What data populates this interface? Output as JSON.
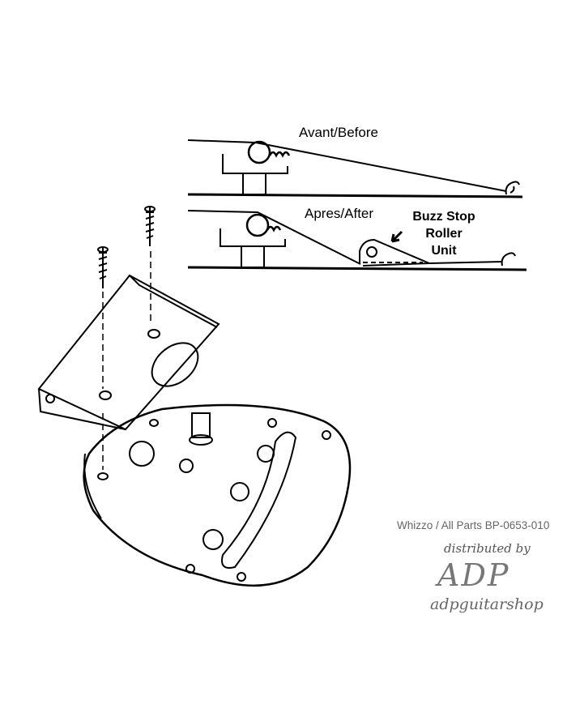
{
  "diagram": {
    "before_label": "Avant/Before",
    "after_label": "Apres/After",
    "callout_lines": [
      "Buzz Stop",
      "Roller",
      "Unit"
    ]
  },
  "footer": {
    "part_number": "Whizzo / All Parts BP-0653-010",
    "distributed_by": "distributed by",
    "logo_text": "ADP",
    "shop_name": "adpguitarshop"
  }
}
